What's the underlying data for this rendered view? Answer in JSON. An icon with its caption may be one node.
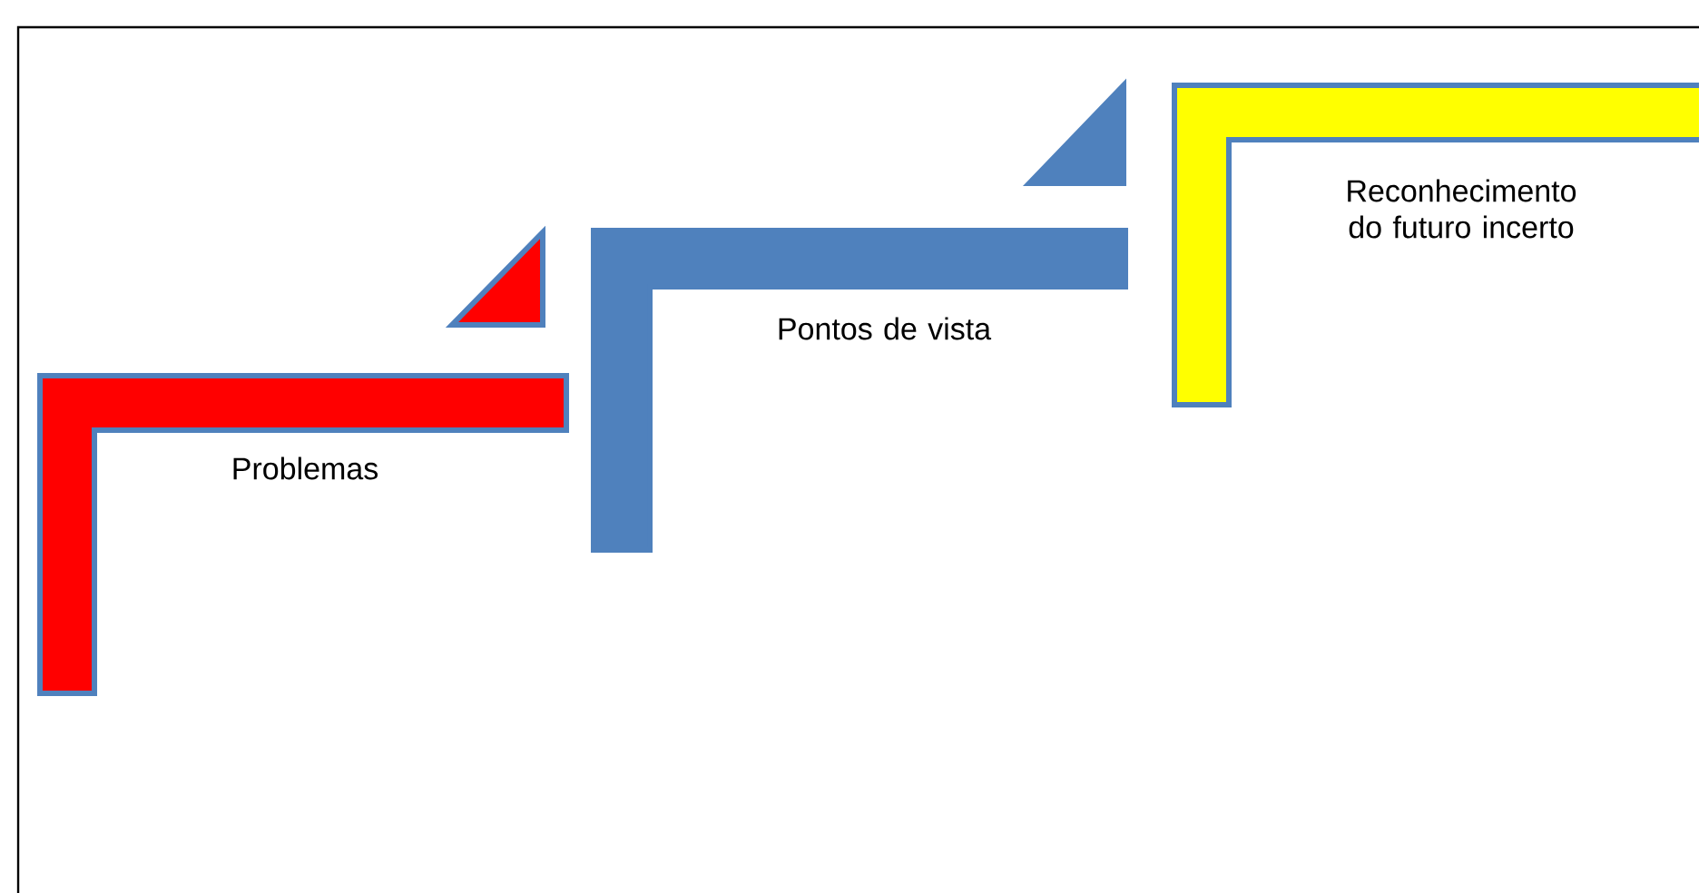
{
  "diagram": {
    "nodes": [
      {
        "text": [
          "Problemas"
        ]
      },
      {
        "text": [
          "Pontos de vista"
        ]
      },
      {
        "text": [
          "Reconhecimento do futuro incerto"
        ]
      }
    ]
  }
}
